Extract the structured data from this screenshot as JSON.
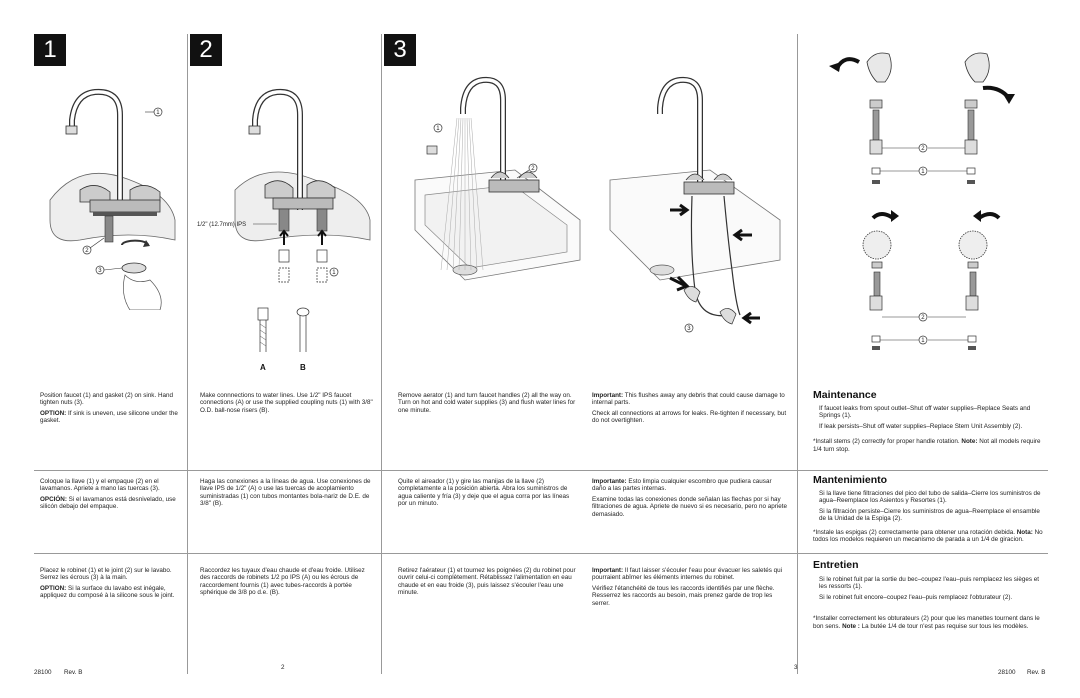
{
  "steps": [
    "1",
    "2",
    "3"
  ],
  "diagrams": {
    "callout_1": "1",
    "callout_2": "2",
    "callout_3": "3",
    "ips_label": "1/2\" (12.7mm) IPS",
    "label_a": "A",
    "label_b": "B"
  },
  "col1": {
    "en": {
      "p1": "Position faucet (1) and gasket (2) on sink. Hand tighten nuts (3).",
      "opt_label": "OPTION:",
      "opt_text": " If sink is uneven, use silicone under the gasket."
    },
    "es": {
      "p1": "Coloque la llave (1) y el empaque (2) en el lavamanos. Apriete a mano las tuercas (3).",
      "opt_label": "OPCIÓN:",
      "opt_text": " Si el lavamanos está desnivelado, use silicón debajo del empaque."
    },
    "fr": {
      "p1": "Placez le robinet (1) et le joint (2) sur le lavabo. Serrez les écrous (3) à la main.",
      "opt_label": "OPTION:",
      "opt_text": " Si la surface du lavabo est inégale, appliquez du composé à la silicone sous le joint."
    }
  },
  "col2": {
    "en": "Make connnections to water lines. Use 1/2\" IPS faucet connections (A) or use the supplied coupling nuts (1) with 3/8\" O.D. ball-nose risers (B).",
    "es": "Haga las conexiones a la líneas de agua. Use conexiones de llave IPS de 1/2\" (A) o use las tuercas de acoplamiento suministradas (1) con tubos montantes bola-nariz de D.E. de 3/8\" (B).",
    "fr": "Raccordez les tuyaux d'eau chaude et d'eau froide. Utilisez des raccords de robinets 1/2 po IPS (A) ou les écrous de raccordement fournis (1) avec tubes-raccords à portée sphérique de 3/8 po d.e. (B)."
  },
  "col3": {
    "en": "Remove aerator (1) and turn faucet handles (2) all the way on. Turn on hot and cold water supplies (3) and flush water lines for one minute.",
    "es": "Quite el aireador (1) y gire las manijas de la llave (2) completamente a la posición abierta. Abra los suministros de agua caliente y fría (3) y deje que el agua corra por las líneas por un minuto.",
    "fr": "Retirez l'aérateur (1) et tournez les poignées (2) du robinet pour ouvrir celui-ci complètement. Rétablissez l'alimentation en eau chaude et en eau froide (3), puis laissez s'écouler l'eau une minute."
  },
  "col4": {
    "en": {
      "imp_label": "Important:",
      "imp_text": " This flushes away any debris that could cause damage to internal parts.",
      "p2": "Check all connections at arrows for leaks. Re-tighten if necessary, but do not overtighten."
    },
    "es": {
      "imp_label": "Importante:",
      "imp_text": " Esto limpia cualquier escombro que pudiera causar daño a las partes internas.",
      "p2": "Examine todas las conexiones donde señalan las flechas por si hay filtraciones de agua. Apriete de nuevo si es necesario, pero no apriete demasiado."
    },
    "fr": {
      "imp_label": "Important:",
      "imp_text": " Il faut laisser s'écouler l'eau pour évacuer les saletés qui pourraient abîmer les éléments internes du robinet.",
      "p2": "Vérifiez l'étanchéité de tous les raccords identifiés par une flèche. Resserrez les raccords au besoin, mais prenez garde de trop les serrer."
    }
  },
  "maintenance": {
    "title": "Maintenance",
    "p1": "If faucet leaks from spout outlet–Shut off water supplies–Replace Seats and Springs (1).",
    "p2": "If leak persists–Shut off water supplies–Replace Stem Unit Assembly (2).",
    "note_pre": "*Install stems (2) correctly for proper handle rotation. ",
    "note_label": "Note:",
    "note_text": " Not all models require 1/4 turn stop."
  },
  "mantenimiento": {
    "title": "Mantenimiento",
    "p1": "Si la llave tiene filtraciones del pico del tubo de salida–Cierre los suministros de agua–Reemplace los Asientos y Resortes (1).",
    "p2": "Si la filtración persiste–Cierre los suministros de agua–Reemplace el ensamble de la Unidad de la Espiga (2).",
    "note_pre": "*Instale las espigas (2) correctamente para obtener una rotación debida. ",
    "note_label": "Nota:",
    "note_text": " No todos los modelos requieren un mecanismo de parada a un 1/4 de giracion."
  },
  "entretien": {
    "title": "Entretien",
    "p1": "Si le robinet fuit par la sortie du bec–coupez l'eau–puis remplacez les sièges et les ressorts (1).",
    "p2": "Si le robinet fuit encore–coupez l'eau–puis remplacez l'obturateur (2).",
    "note_pre": "*Installer correctement les obturateurs (2) pour que les manettes tournent dans le bon sens. ",
    "note_label": "Note :",
    "note_text": " La butée 1/4 de tour n'est pas requise sur tous les modèles."
  },
  "footer": {
    "left_code": "28100",
    "left_rev": "Rev. B",
    "page_2": "2",
    "page_3": "3",
    "right_code": "28100",
    "right_rev": "Rev. B"
  }
}
